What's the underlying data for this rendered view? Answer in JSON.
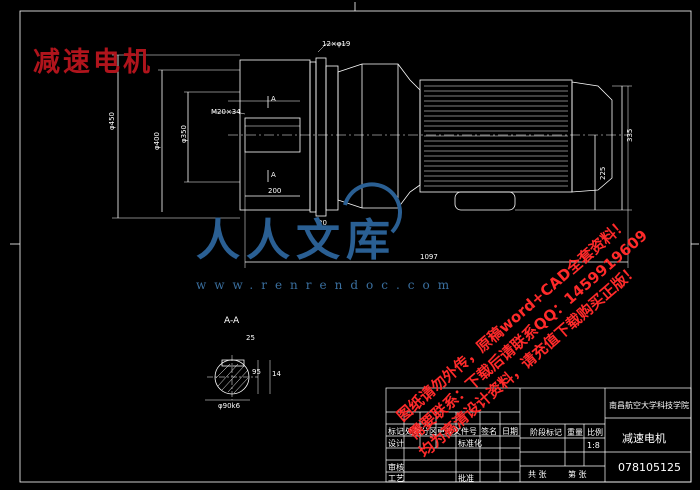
{
  "drawing": {
    "title_label": "减速电机",
    "section_label": "A-A",
    "label_bolts": "12×φ19",
    "label_thread": "M20×34",
    "label_a_top": "A",
    "label_a_bottom": "A",
    "dims": {
      "d_outer": "φ450",
      "d_pitch": "φ400",
      "d_spigot": "φ350",
      "len_total": "1097",
      "len_shaft": "200",
      "len_flange": "20",
      "h_motor": "335",
      "h_center": "225",
      "sec_width": "25",
      "sec_key": "14",
      "sec_height": "95",
      "sec_dia": "φ90k6"
    }
  },
  "title_block": {
    "school": "南昌航空大学科技学院",
    "part_name": "减速电机",
    "drawing_no": "078105125",
    "scale": "1:8",
    "cells": {
      "mark": "标记",
      "count": "处数",
      "zone": "分区",
      "change_doc": "更改文件号",
      "sign": "签名",
      "date": "日期",
      "design": "设计",
      "standard": "标准化",
      "stage": "阶段标记",
      "weight": "重量",
      "ratio": "比例",
      "review": "审核",
      "process": "工艺",
      "approve": "批准",
      "total": "共 张",
      "sheet": "第 张"
    }
  },
  "watermark": {
    "logo_text": "人人文库",
    "url": "www.renrendoc.com"
  },
  "notice": {
    "line1": "图纸请勿外传，原稿word+CAD全套资料！",
    "line2": "需要联系：下载后请联系QQ：1459919609",
    "line3": "均为高清设计资料，请充值下载购买正版！"
  },
  "colors": {
    "background": "#000000",
    "line": "#ffffff",
    "title": "#b0141c",
    "watermark": "#2a5f93",
    "notice": "#ff2a2a"
  }
}
